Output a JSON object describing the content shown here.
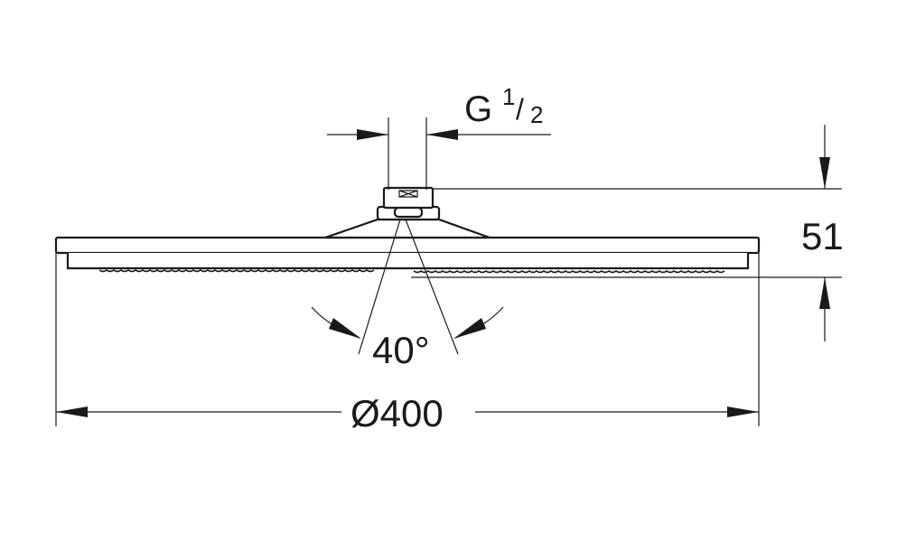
{
  "diagram": {
    "thread_label": "G",
    "thread_fraction_num": "1",
    "thread_fraction_den": "2",
    "height_label": "51",
    "angle_label": "40°",
    "diameter_label": "Ø400"
  }
}
